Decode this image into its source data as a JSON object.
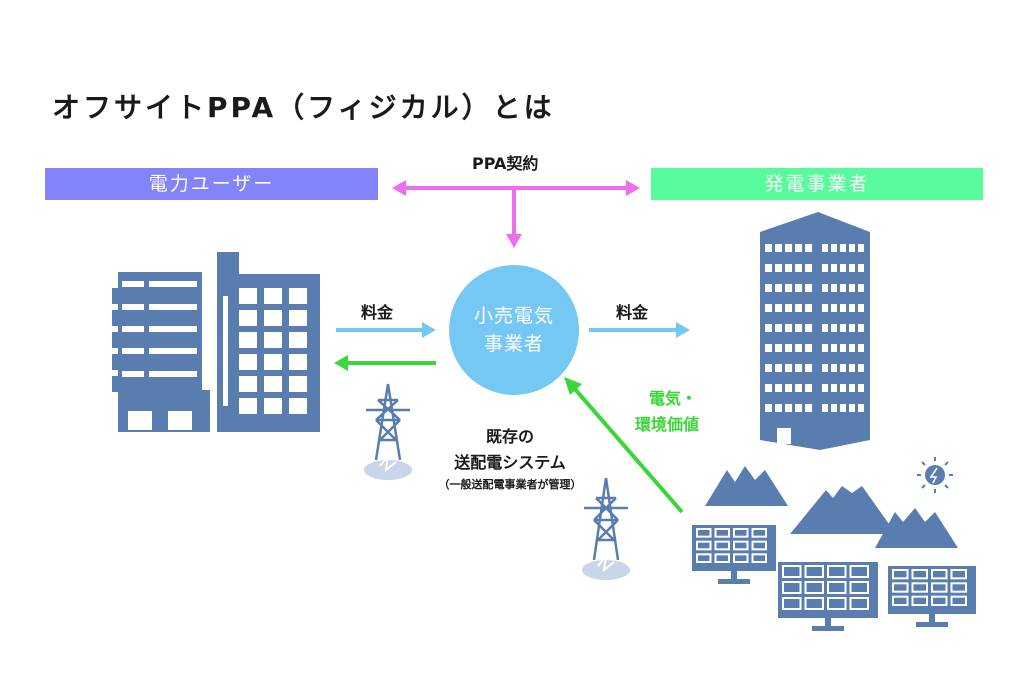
{
  "title": "オフサイトPPA（フィジカル）とは",
  "parties": {
    "user_label": "電力ユーザー",
    "generator_label": "発電事業者",
    "retailer_line1": "小売電気",
    "retailer_line2": "事業者"
  },
  "flows": {
    "ppa_contract": "PPA契約",
    "fee_left": "料金",
    "fee_right": "料金",
    "value_line1": "電気・",
    "value_line2": "環境価値"
  },
  "grid": {
    "line1": "既存の",
    "line2": "送配電システム",
    "note": "（一般送配電事業者が管理）"
  },
  "colors": {
    "user_band": "#8484fa",
    "generator_band": "#57fb9c",
    "ppa_arrow": "#ee6ef0",
    "fee_arrow": "#76c8f4",
    "power_arrow": "#3bd63a",
    "illustration": "#5a7db0"
  }
}
